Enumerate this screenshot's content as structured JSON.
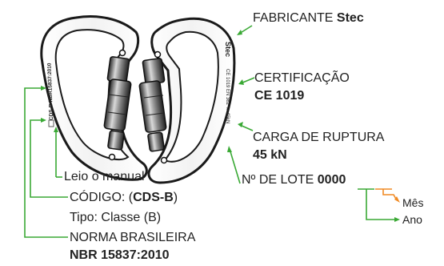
{
  "product_image": {
    "left_marking": "CDS-B-NBR15837:2010",
    "right_logo": "Stec",
    "right_marking": "CE 1019 EN 362 ↔ 45kN"
  },
  "labels": {
    "fabricante_prefix": "FABRICANTE",
    "fabricante_value": "Stec",
    "certificacao": "CERTIFICAÇÃO",
    "certificacao_value": "CE 1019",
    "carga": "CARGA DE RUPTURA",
    "carga_value": "45 kN",
    "lote_prefix": "Nº DE LOTE",
    "lote_value": "0000",
    "mes": "Mês",
    "ano": "Ano",
    "leio": "Leio o manual",
    "codigo_prefix": "CÓDIGO: (",
    "codigo_value": "CDS-B",
    "codigo_suffix": ")",
    "tipo": "Tipo: Classe (B)",
    "norma": "NORMA BRASILEIRA",
    "norma_value": "NBR 15837:2010"
  },
  "colors": {
    "leader_green": "#3aa935",
    "leader_orange": "#f08a24",
    "carabiner_outline": "#1a1a1a"
  }
}
